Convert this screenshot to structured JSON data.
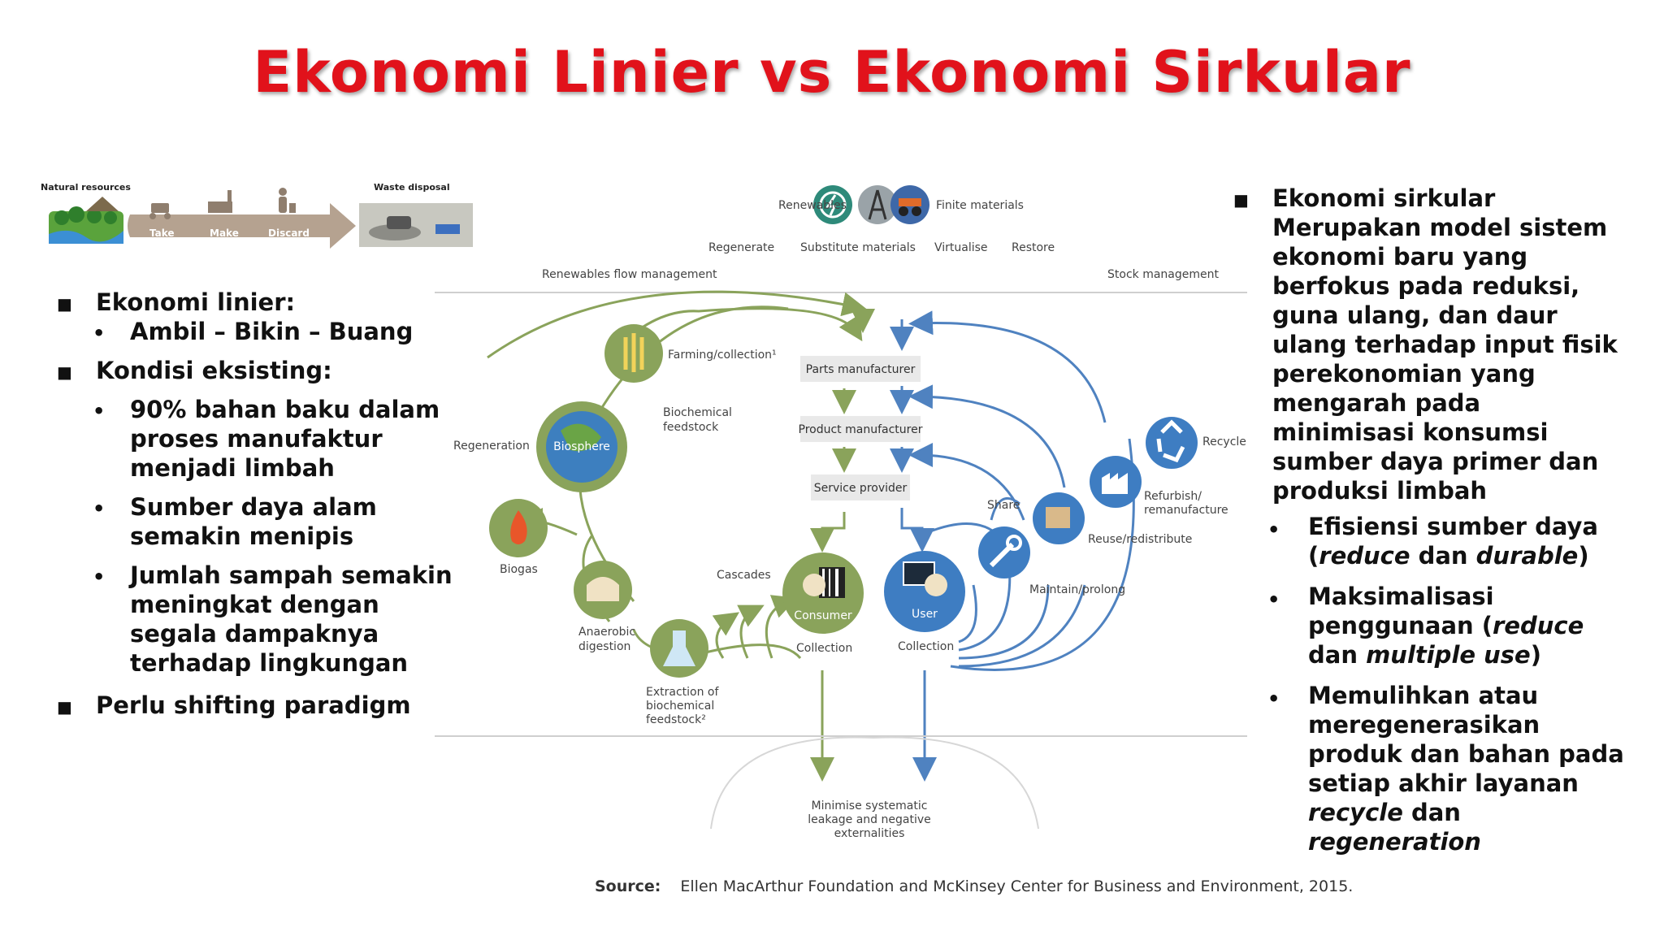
{
  "title": "Ekonomi Linier vs Ekonomi Sirkular",
  "linear_strip": {
    "natural_resources": "Natural resources",
    "waste_disposal": "Waste disposal",
    "take": "Take",
    "make": "Make",
    "discard": "Discard"
  },
  "left": {
    "h1": "Ekonomi linier:",
    "h1_sub": "Ambil – Bikin – Buang",
    "h2": "Kondisi eksisting:",
    "b1_line1": "90% bahan baku dalam",
    "b1_line2": "proses manufaktur",
    "b1_line3": "menjadi limbah",
    "b2_line1": "Sumber daya alam",
    "b2_line2": "semakin menipis",
    "b3_line1": "Jumlah sampah semakin",
    "b3_line2": "meningkat dengan",
    "b3_line3": "segala dampaknya",
    "b3_line4": "terhadap lingkungan",
    "h3": "Perlu shifting paradigm"
  },
  "right": {
    "head": "Ekonomi sirkular",
    "p1": "Merupakan model sistem",
    "p2": "ekonomi baru yang",
    "p3": "berfokus pada reduksi,",
    "p4": "guna ulang, dan daur",
    "p5": "ulang terhadap input fisik",
    "p6": "perekonomian yang",
    "p7": "mengarah pada",
    "p8": "minimisasi konsumsi",
    "p9": "sumber daya primer dan",
    "p10": "produksi limbah",
    "b1_a": "Efisiensi sumber daya",
    "b1_b_open": "(",
    "b1_b_it1": "reduce",
    "b1_b_mid": " dan ",
    "b1_b_it2": "durable",
    "b1_b_close": ")",
    "b2_a": "Maksimalisasi",
    "b2_b": "penggunaan (",
    "b2_b_it": "reduce",
    "b2_c_pre": "dan ",
    "b2_c_it": "multiple use",
    "b2_c_close": ")",
    "b3_a": "Memulihkan atau",
    "b3_b": "meregenerasikan",
    "b3_c": "produk dan bahan pada",
    "b3_d": "setiap akhir layanan",
    "b3_e_it": "recycle",
    "b3_e_rest": " dan",
    "b3_f_it": "regeneration"
  },
  "diagram": {
    "renewables": "Renewables",
    "finite_materials": "Finite materials",
    "regenerate": "Regenerate",
    "substitute_materials": "Substitute materials",
    "virtualise": "Virtualise",
    "restore": "Restore",
    "renewables_flow": "Renewables flow management",
    "stock_management": "Stock management",
    "farming": "Farming/collection¹",
    "parts_manufacturer": "Parts manufacturer",
    "product_manufacturer": "Product manufacturer",
    "service_provider": "Service provider",
    "biochemical_1": "Biochemical",
    "biochemical_2": "feedstock",
    "regeneration": "Regeneration",
    "biosphere": "Biosphere",
    "biogas": "Biogas",
    "anaerobic_1": "Anaerobic",
    "anaerobic_2": "digestion",
    "cascades": "Cascades",
    "extraction_1": "Extraction of",
    "extraction_2": "biochemical",
    "extraction_3": "feedstock²",
    "consumer": "Consumer",
    "user": "User",
    "collection_left": "Collection",
    "collection_right": "Collection",
    "share": "Share",
    "maintain": "Maintain/prolong",
    "reuse": "Reuse/redistribute",
    "refurbish_1": "Refurbish/",
    "refurbish_2": "remanufacture",
    "recycle": "Recycle",
    "leak_1": "Minimise systematic",
    "leak_2": "leakage and negative",
    "leak_3": "externalities"
  },
  "source_label": "Source:",
  "source_text": "Ellen MacArthur Foundation and McKinsey Center for Business and Environment, 2015.",
  "colors": {
    "title": "#e1121b",
    "green": "#8aa35b",
    "blue": "#4f82c0",
    "box": "#e9e9e9"
  }
}
